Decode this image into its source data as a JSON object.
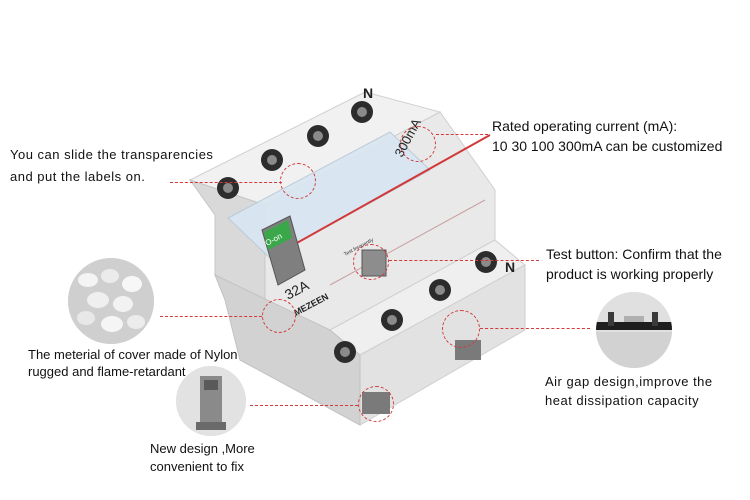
{
  "annotations": {
    "transparency": {
      "line1": "You can slide the transparencies",
      "line2": "and put the labels on."
    },
    "rated_current": {
      "line1": "Rated operating current (mA):",
      "line2": "10 30 100  300mA can be customized"
    },
    "test_button": {
      "line1": "Test button: Confirm that the",
      "line2": "product is working properly"
    },
    "cover": {
      "line1": "The meterial of cover made of Nylon",
      "line2": "rugged and flame-retardant"
    },
    "air_gap": {
      "line1": "Air gap design,improve the",
      "line2": "heat dissipation capacity"
    },
    "new_design": {
      "line1": "New design ,More",
      "line2": "convenient to fix"
    }
  },
  "product": {
    "rating": "32A",
    "sensitivity": "300mA",
    "brand": "MEZEEN",
    "switch_label": "O-on",
    "terminal_mark": "N",
    "test_label": "Test frequently"
  },
  "colors": {
    "leader": "#d23a3a",
    "body": "#e7e7e7",
    "switch": "#7f7f7f",
    "switch_tab": "#3aa84a"
  }
}
